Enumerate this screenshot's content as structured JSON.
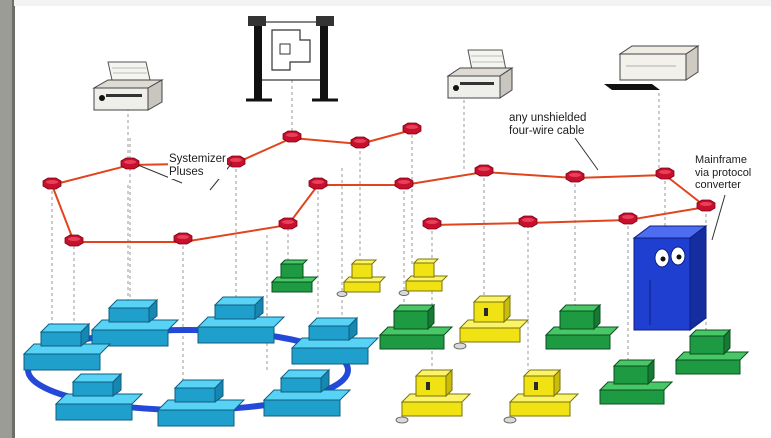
{
  "labels": {
    "systemizer_line1": "Systemizer",
    "systemizer_line2": "Pluses",
    "cable_line1": "any unshielded",
    "cable_line2": "four-wire cable",
    "mainframe_line1": "Mainframe",
    "mainframe_line2": "via protocol",
    "mainframe_line3": "converter"
  },
  "colors": {
    "network_line": "#e0451e",
    "node": "#c8102e",
    "cyan_terminal": "#25b6e8",
    "green_terminal": "#23a548",
    "yellow_terminal": "#f3e619",
    "mainframe": "#1f3fd1",
    "ring": "#2448d8",
    "printer": "#eeeeea"
  },
  "icons": [
    "printer-icon",
    "plotter-icon",
    "mainframe-icon",
    "terminal-icon"
  ]
}
